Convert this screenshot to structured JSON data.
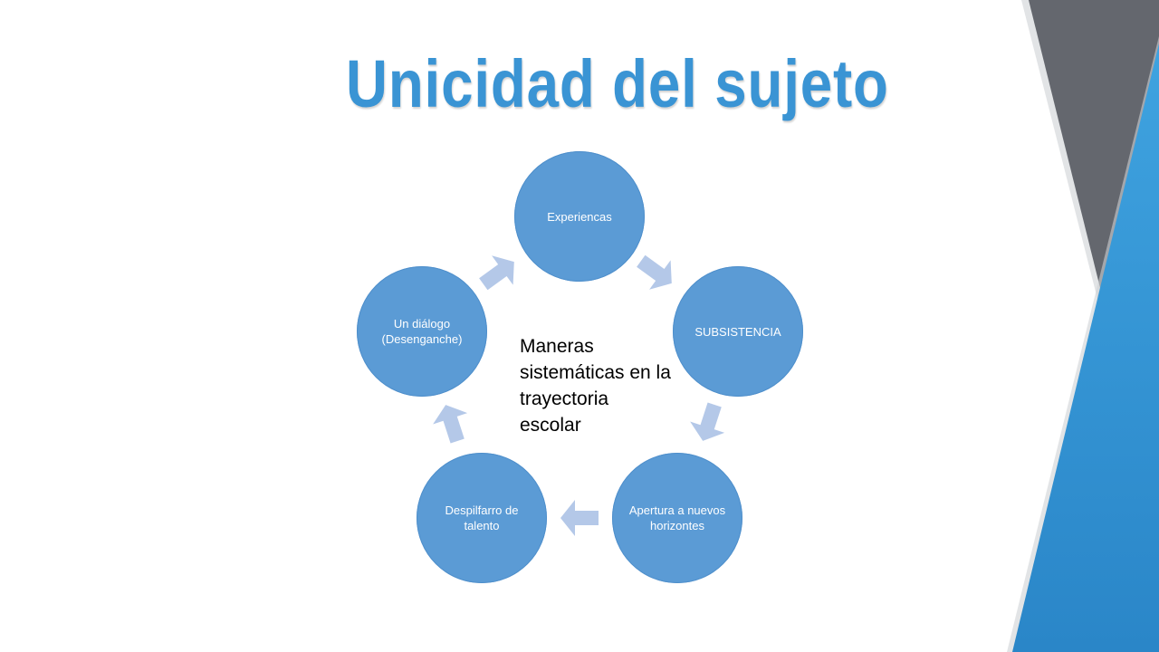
{
  "slide": {
    "title": "Unicidad del sujeto",
    "center_text": "Maneras sistemáticas en la trayectoria escolar"
  },
  "cycle": {
    "nodes": [
      {
        "label": "Experiencas"
      },
      {
        "label": "SUBSISTENCIA"
      },
      {
        "label": "Apertura a nuevos horizontes"
      },
      {
        "label": "Despilfarro de talento"
      },
      {
        "label": "Un diálogo (Desenganche)"
      }
    ]
  },
  "colors": {
    "title": "#3a94d4",
    "node_fill": "#5b9bd5",
    "arrow_fill": "#b4c8e8",
    "deco_gray": "#64676e",
    "deco_blue": "#3a9ad9"
  }
}
